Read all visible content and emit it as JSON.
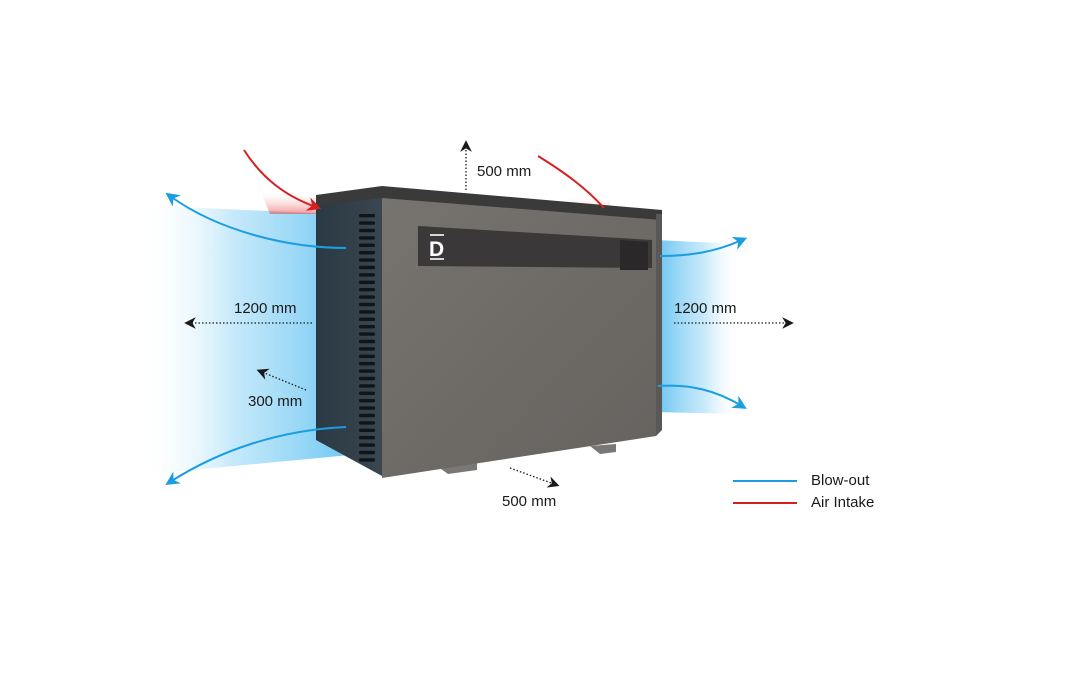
{
  "clearances": {
    "top": "500 mm",
    "left": "1200 mm",
    "right": "1200 mm",
    "back": "300 mm",
    "front": "500 mm"
  },
  "legend": {
    "items": [
      {
        "label": "Blow-out",
        "color": "#1a9ee0"
      },
      {
        "label": "Air Intake",
        "color": "#d42020"
      }
    ]
  },
  "unit": {
    "logo_letter": "D",
    "body_color": "#6e6c6b",
    "top_color": "#3a3a3a",
    "grille_color": "#2e3b45"
  }
}
